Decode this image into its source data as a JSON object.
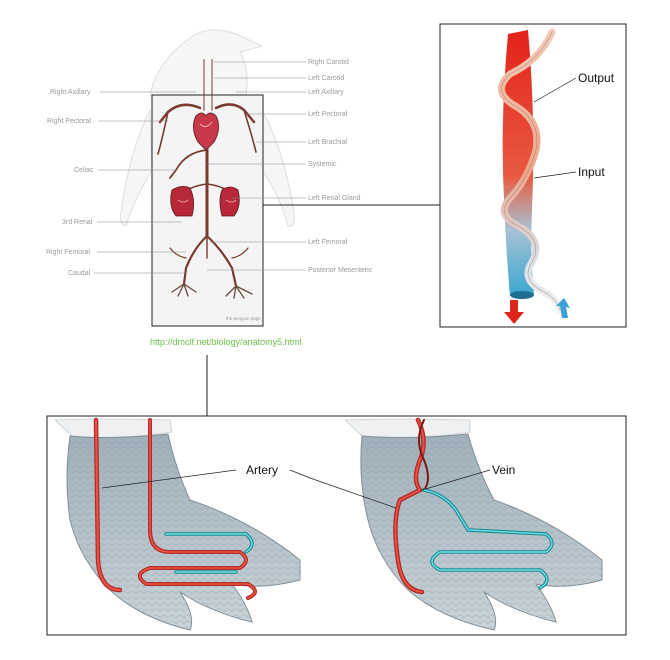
{
  "anatomy_labels": {
    "right_carotid": "Right Carotid",
    "left_carotid": "Left Carotid",
    "right_axillary": "Right Axillary",
    "left_axillary": "Left Axillary",
    "right_pectoral": "Right Pectoral",
    "left_pectoral": "Left Pectoral",
    "left_brachial": "Left Brachial",
    "celiac": "Celiac",
    "systemic": "Systemic",
    "left_renal_gland": "Left Renal Gland",
    "third_renal": "3rd Renal",
    "right_femoral": "Right Femoral",
    "left_femoral": "Left Femoral",
    "caudal": "Caudal",
    "posterior_mesenteric": "Posterior Mesenteric"
  },
  "credit": "the penguin page",
  "source_url": "http://dmclf.net/biology/anatomy5.html",
  "exchanger_labels": {
    "output": "Output",
    "input": "Input"
  },
  "foot_labels": {
    "artery": "Artery",
    "vein": "Vein"
  },
  "colors": {
    "artery": "#d8332a",
    "vein": "#3cb8c0",
    "label_grey": "#9a9a9a",
    "link_green": "#6cc04a"
  }
}
